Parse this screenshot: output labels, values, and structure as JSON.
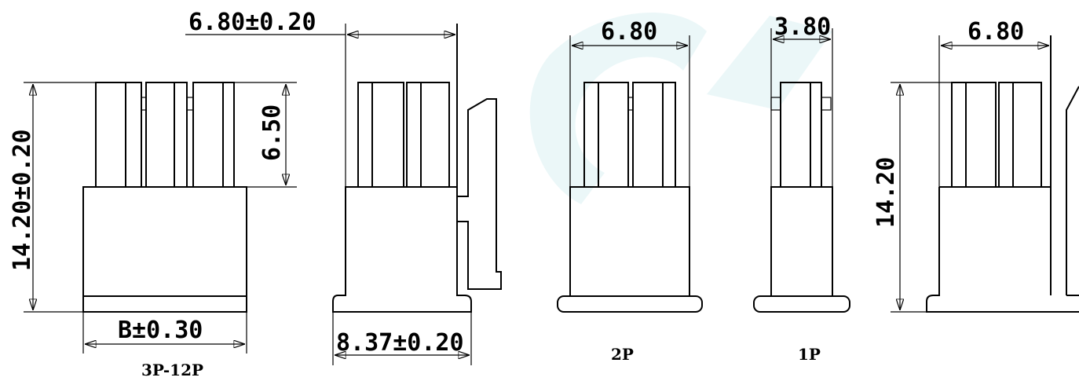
{
  "dimensions": {
    "width_tol": "6.80±0.20",
    "height_tol": "14.20±0.20",
    "pin_height": "6.50",
    "b_width": "B±0.30",
    "base_width": "8.37±0.20",
    "width_2p": "6.80",
    "width_1p": "3.80",
    "width_right": "6.80",
    "height_right": "14.20"
  },
  "labels": {
    "left_view": "3P-12P",
    "view_2p": "2P",
    "view_1p": "1P"
  },
  "colors": {
    "line": "#000000",
    "watermark": "#8fd3d8"
  }
}
